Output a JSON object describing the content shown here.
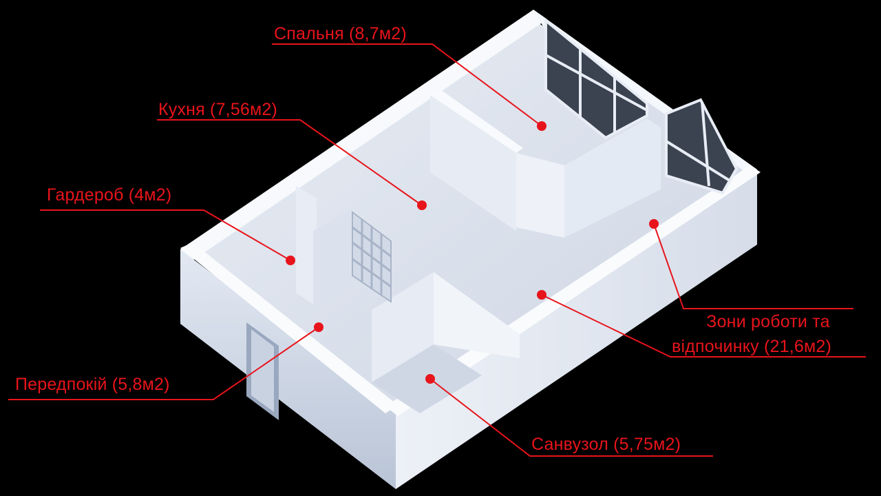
{
  "colors": {
    "background": "#000000",
    "accent": "#e8141b",
    "wall": "#f4f6fb",
    "floor": "#dde3ee",
    "shadow": "#c5cedd",
    "glass": "#3b4350"
  },
  "labels": {
    "bedroom": "Спальня (8,7м2)",
    "kitchen": "Кухня (7,56м2)",
    "wardrobe": "Гардероб (4м2)",
    "hallway": "Передпокій (5,8м2)",
    "bathroom": "Санвузол (5,75м2)",
    "living_line1": "Зони роботи та",
    "living_line2": "відпочинку (21,6м2)"
  }
}
